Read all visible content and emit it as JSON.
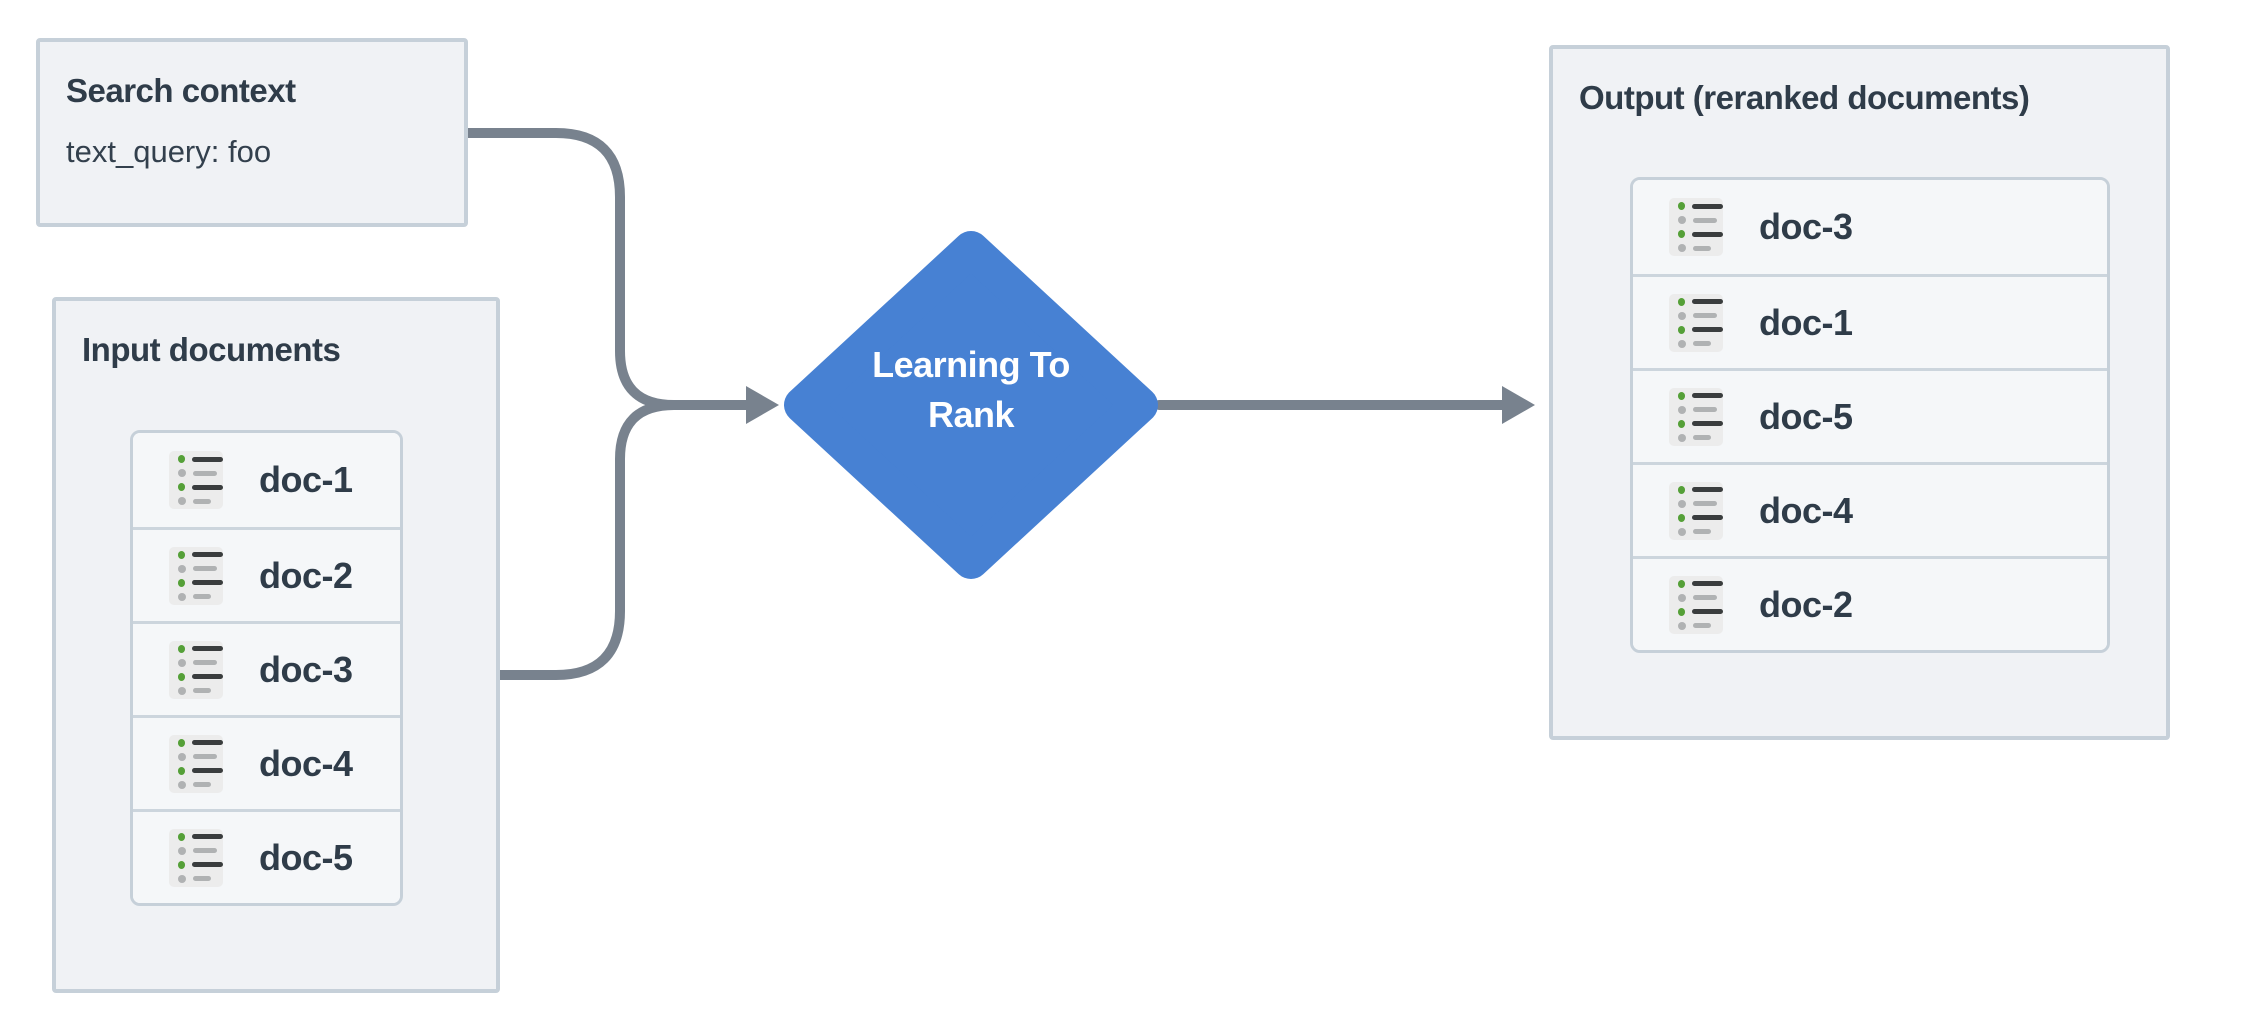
{
  "diagram": {
    "search_context": {
      "title": "Search context",
      "query": "text_query: foo"
    },
    "input_documents": {
      "title": "Input documents",
      "docs": [
        "doc-1",
        "doc-2",
        "doc-3",
        "doc-4",
        "doc-5"
      ]
    },
    "process": {
      "lines": [
        "Learning To",
        "Rank"
      ],
      "shape": "diamond"
    },
    "output_documents": {
      "title": "Output (reranked documents)",
      "docs": [
        "doc-3",
        "doc-1",
        "doc-5",
        "doc-4",
        "doc-2"
      ]
    },
    "icons": {
      "doc_row_icon": "list-icon"
    },
    "colors": {
      "process_fill": "#4781d3",
      "process_text": "#ffffff",
      "connector": "#78828e",
      "panel_bg": "#f0f2f5",
      "row_bg": "#f5f7f9",
      "panel_border": "#c6d0d9",
      "text": "#2f3c49",
      "icon_green": "#55a038",
      "icon_gray": "#b0b2b3",
      "icon_dark": "#3a3d3e",
      "icon_bg": "#ececec"
    }
  }
}
